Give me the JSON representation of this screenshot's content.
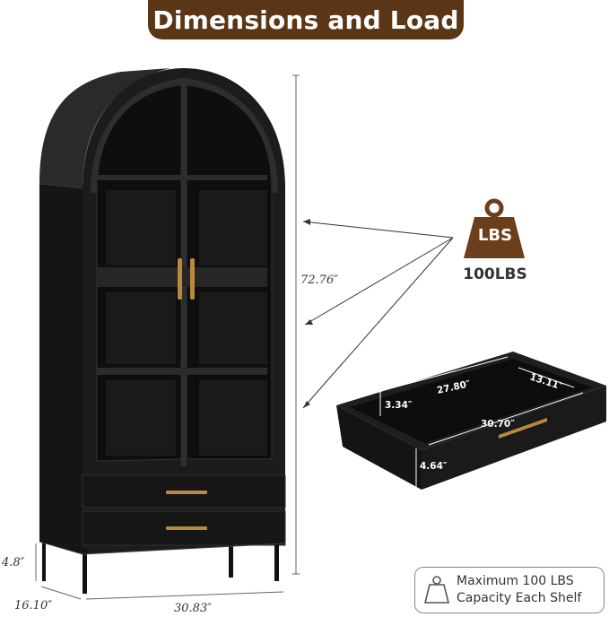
{
  "title": "Dimensions and Load",
  "dimensions": {
    "height": "72.76″",
    "leg_height": "4.8″",
    "depth": "16.10″",
    "width": "30.83″"
  },
  "drawer": {
    "inner_length": "27.80″",
    "inner_depth": "13.11″",
    "inner_height": "3.34″",
    "front_width": "30.70″",
    "front_height": "4.64″"
  },
  "weight_badge": {
    "unit": "LBS",
    "value": "100LBS",
    "icon": "weight-icon"
  },
  "capacity_note": {
    "line1": "Maximum 100 LBS",
    "line2": "Capacity Each Shelf",
    "icon": "weight-outline-icon"
  },
  "colors": {
    "banner": "#5a3516",
    "cabinet": "#1c1c1c",
    "handle": "#b8893f",
    "weight_icon": "#6b3f1c"
  }
}
